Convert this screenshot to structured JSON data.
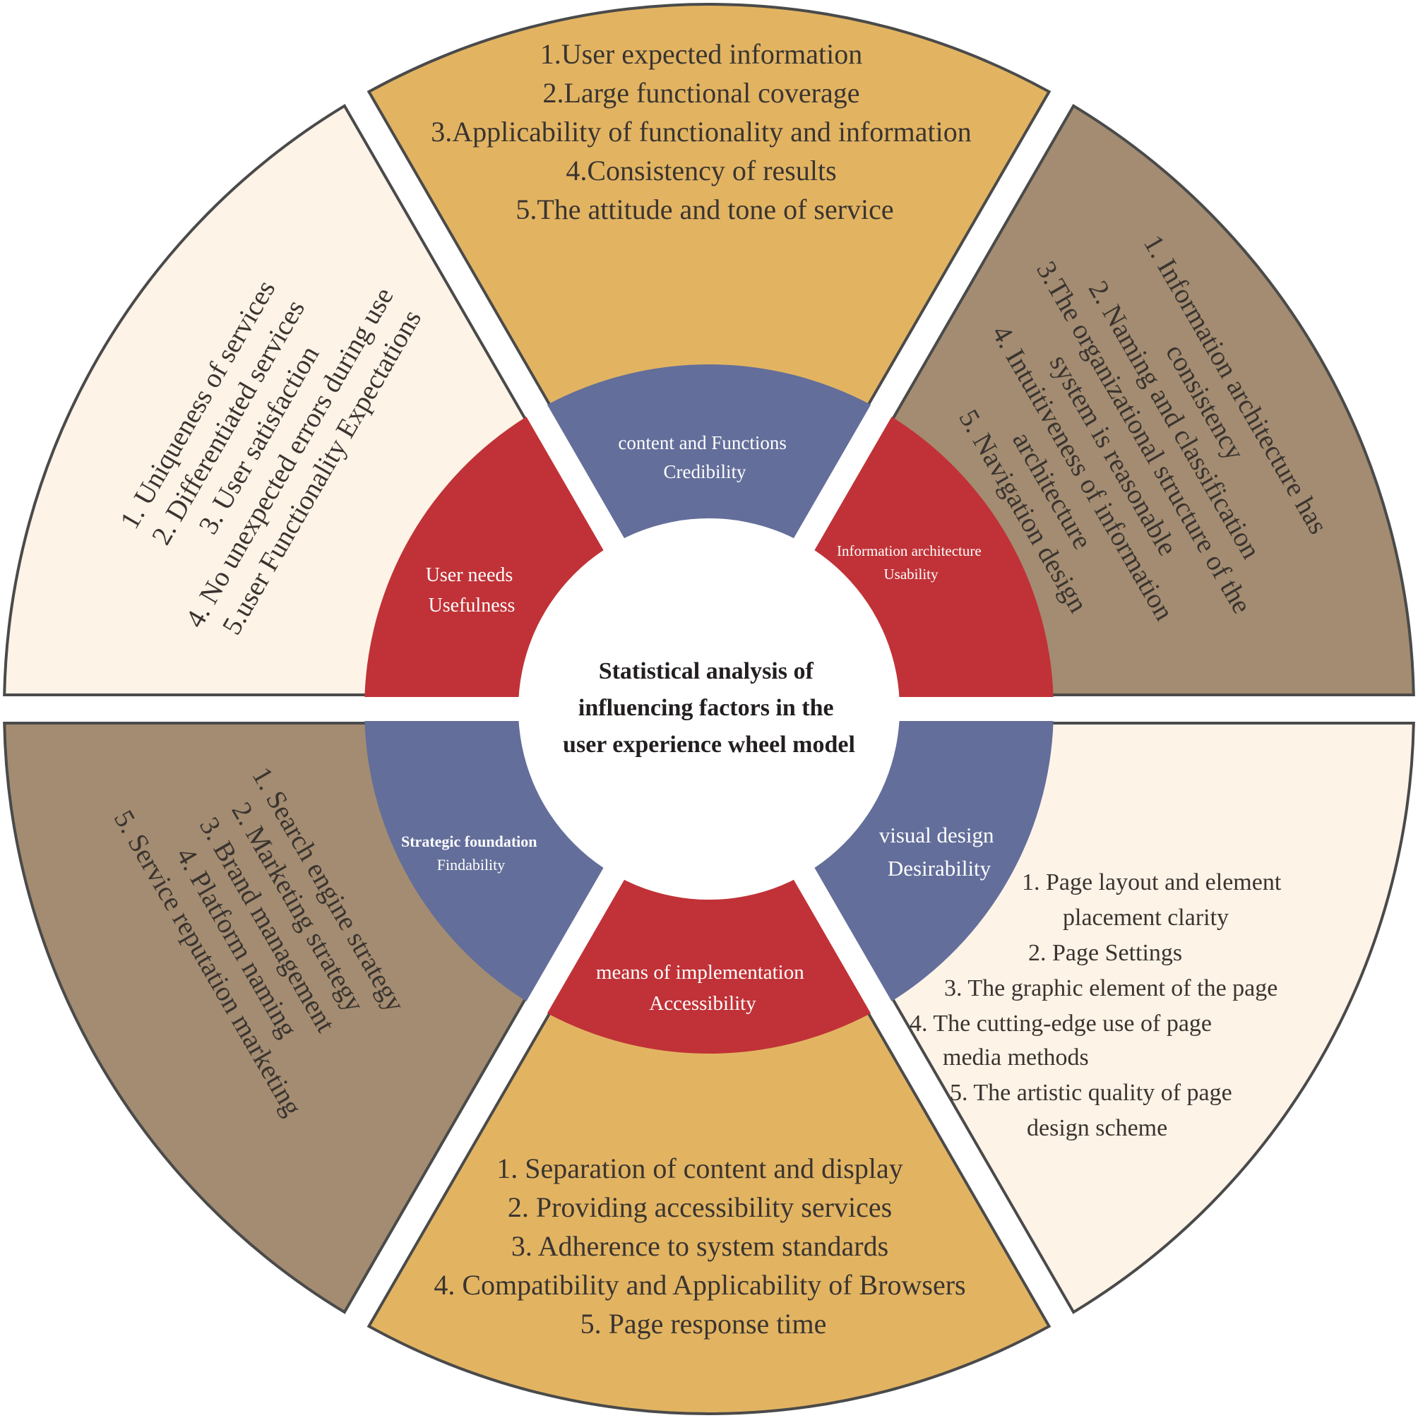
{
  "center": {
    "title_lines": [
      "Statistical analysis of",
      "influencing factors in the",
      "user experience wheel model"
    ]
  },
  "inner": [
    {
      "lines": [
        "content and Functions",
        "Credibility"
      ],
      "color": "#636e9a"
    },
    {
      "lines": [
        "Information architecture",
        "Usability"
      ],
      "color": "#c03237"
    },
    {
      "lines": [
        "visual design",
        "Desirability"
      ],
      "color": "#636e9a"
    },
    {
      "lines": [
        "means of implementation",
        "Accessibility"
      ],
      "color": "#c03237"
    },
    {
      "lines": [
        "Strategic foundation",
        "Findability"
      ],
      "color": "#636e9a"
    },
    {
      "lines": [
        "User needs",
        "Usefulness"
      ],
      "color": "#c03237"
    }
  ],
  "outer": [
    {
      "color": "#e2b462",
      "lines": [
        "1.User expected information",
        "2.Large functional coverage",
        "3.Applicability of functionality and information",
        "4.Consistency of results",
        "5.The attitude and tone of service"
      ]
    },
    {
      "color": "#a38c71",
      "lines": [
        "1. Information architecture has",
        "consistency",
        "2. Naming and classification",
        "3.The organizational structure of the",
        "system is reasonable",
        "4. Intuitiveness of information",
        "architecture",
        "5. Navigation design"
      ]
    },
    {
      "color": "#fdf3e7",
      "lines": [
        "1. Page layout and element",
        "placement   clarity",
        "2. Page Settings",
        "3. The graphic element of the page",
        "4.  The cutting-edge use of page",
        "media  methods",
        "5. The artistic quality of page",
        "design scheme"
      ]
    },
    {
      "color": "#e2b462",
      "lines": [
        "1. Separation of content and display",
        "2. Providing accessibility services",
        "3. Adherence to system standards",
        "4. Compatibility and Applicability of Browsers",
        "5. Page response time"
      ]
    },
    {
      "color": "#a38c71",
      "lines": [
        "1. Search engine strategy",
        "2. Marketing strategy",
        "3. Brand management",
        "4. Platform naming",
        "5. Service reputation marketing"
      ]
    },
    {
      "color": "#fdf3e7",
      "lines": [
        "1. Uniqueness of services",
        "2. Differentiated services",
        "3. User satisfaction",
        "4. No unexpected errors during use",
        "5.user Functionality Expectations"
      ]
    }
  ]
}
